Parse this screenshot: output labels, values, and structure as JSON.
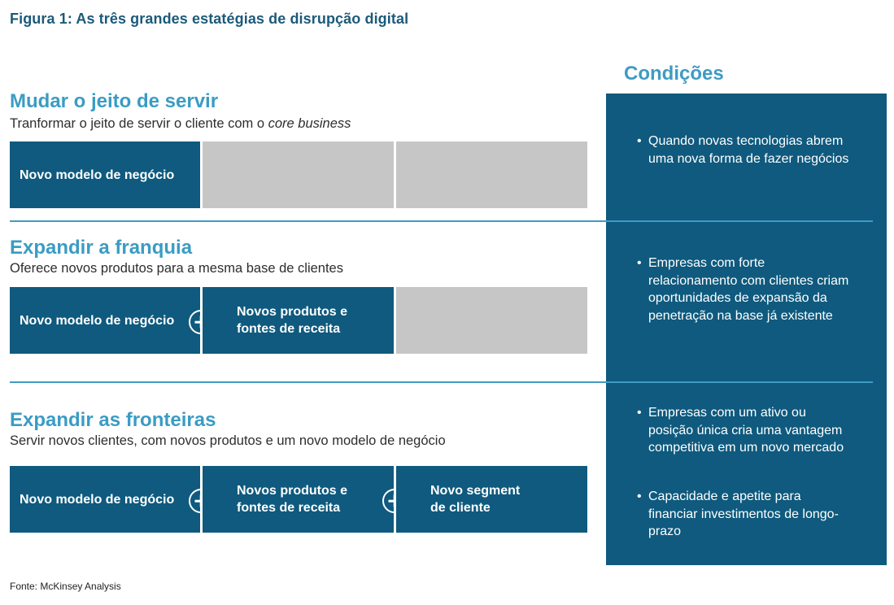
{
  "figure_title": "Figura 1: As três grandes estatégias de disrupção digital",
  "conditions_title": "Condições",
  "sections": [
    {
      "title": "Mudar o jeito de servir",
      "subtitle_prefix": "Tranformar o jeito de servir o cliente com o ",
      "subtitle_emphasis": "core business",
      "boxes": [
        "Novo modelo de negócio"
      ]
    },
    {
      "title": "Expandir a franquia",
      "subtitle_prefix": "Oferece novos produtos para a mesma base de clientes",
      "subtitle_emphasis": "",
      "boxes": [
        "Novo modelo de negócio",
        "Novos produtos e\nfontes de receita"
      ]
    },
    {
      "title": "Expandir as fronteiras",
      "subtitle_prefix": "Servir novos clientes, com novos produtos e um novo modelo de negócio",
      "subtitle_emphasis": "",
      "boxes": [
        "Novo modelo de negócio",
        "Novos produtos e\nfontes de receita",
        "Novo segment\nde cliente"
      ]
    }
  ],
  "conditions": [
    "Quando novas tecnologias abrem uma nova forma de fazer negócios",
    "Empresas com forte relacionamento com clientes criam oportunidades de expansão da penetração na base já existente",
    "Empresas com um ativo ou posição única cria uma vantagem competitiva em um novo mercado",
    "Capacidade e apetite para financiar investimentos de longo-prazo"
  ],
  "bullet": "•",
  "source": "Fonte: McKinsey Analysis",
  "colors": {
    "dark_blue": "#0f5a7e",
    "light_blue": "#3a9cc4",
    "grey": "#c6c6c6",
    "title_blue": "#1c5a7a"
  }
}
